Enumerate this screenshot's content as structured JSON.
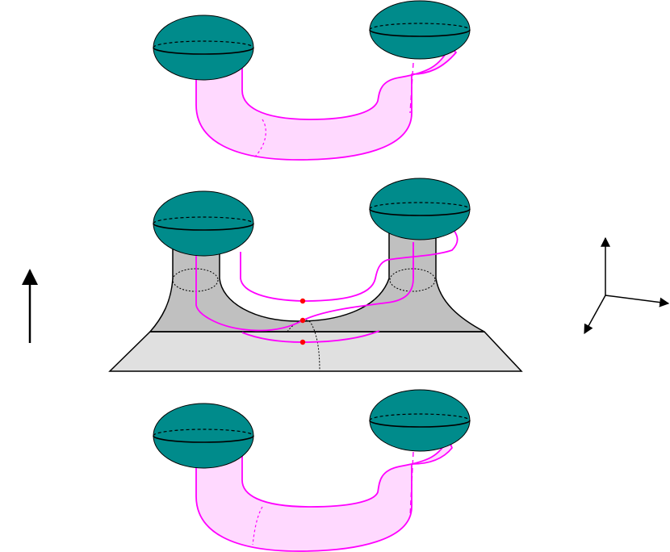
{
  "colors": {
    "ball_fill": "#008b8b",
    "tube_fill": "#ffd9ff",
    "tube_stroke": "#ff00ff",
    "plate_dark": "#c0c0c0",
    "plate_light": "#e0e0e0",
    "crossing_point": "#ff0000",
    "outline": "#000000"
  },
  "panels": [
    {
      "name": "top-tube-surface"
    },
    {
      "name": "middle-plate-configuration"
    },
    {
      "name": "bottom-tube-surface"
    }
  ],
  "icons": {
    "vertical_arrow": "up-arrow-icon",
    "axes": "coordinate-axes-icon"
  }
}
